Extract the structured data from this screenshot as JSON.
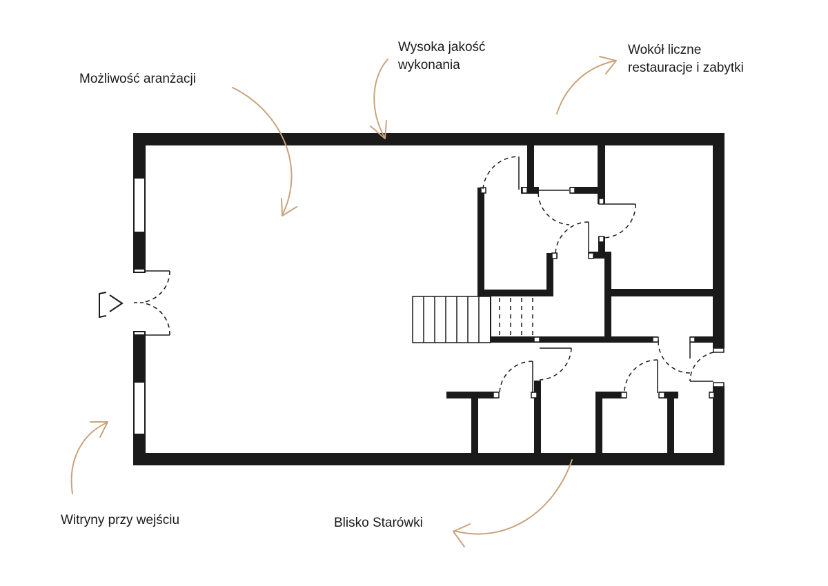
{
  "annotations": {
    "arrangement": "Możliwość aranżacji",
    "quality": [
      "Wysoka jakość",
      "wykonania"
    ],
    "surroundings": [
      "Wokół liczne",
      "restauracje i zabytki"
    ],
    "shop_windows": "Witryny przy wejściu",
    "old_town": "Blisko Starówki"
  },
  "colors": {
    "wall": "#1a1a1a",
    "arrow": "#c9a37c",
    "text": "#1a1a1a",
    "background": "#ffffff"
  },
  "icons": {
    "entrance": "entrance-triangle-icon"
  }
}
